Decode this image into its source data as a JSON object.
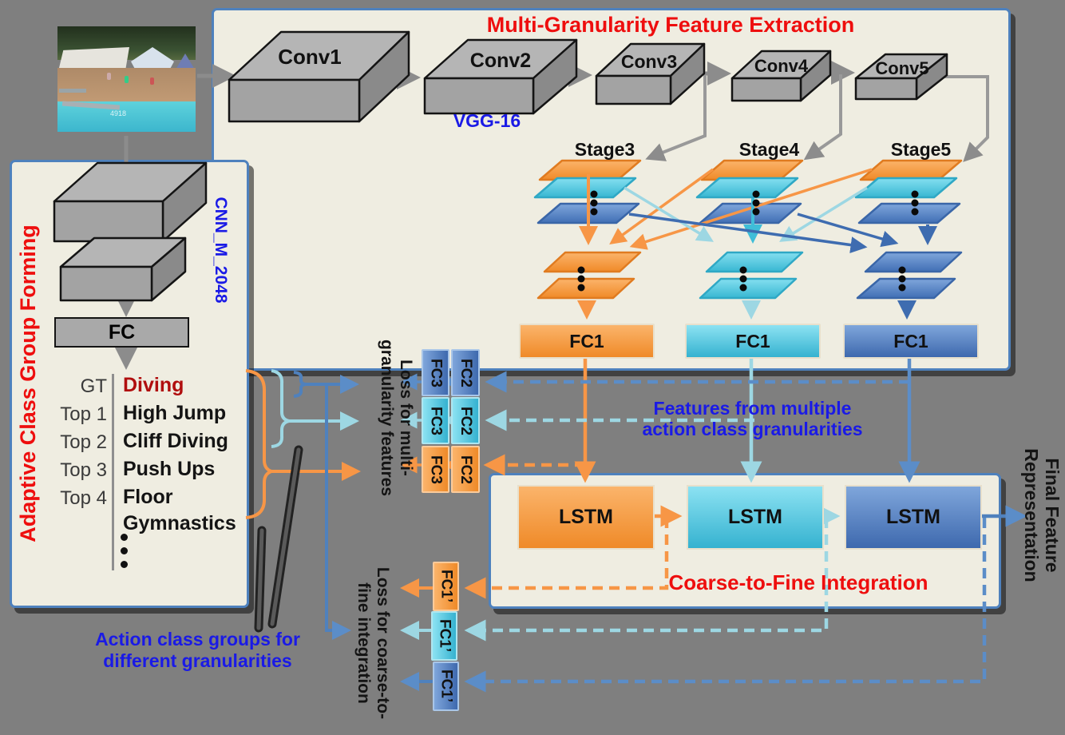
{
  "video_frame": {
    "watermark": "4918"
  },
  "fx_panel": {
    "title": "Multi-Granularity Feature Extraction",
    "backbone": "VGG-16",
    "convs": [
      "Conv1",
      "Conv2",
      "Conv3",
      "Conv4",
      "Conv5"
    ],
    "stages": [
      "Stage3",
      "Stage4",
      "Stage5"
    ],
    "fc1": [
      "FC1",
      "FC1",
      "FC1"
    ]
  },
  "acg_panel": {
    "side_title": "Adaptive Class Group Forming",
    "cnn_label": "CNN_M_2048",
    "fc_label": "FC",
    "predictions": [
      {
        "rank": "GT",
        "label": "Diving"
      },
      {
        "rank": "Top 1",
        "label": "High Jump"
      },
      {
        "rank": "Top 2",
        "label": "Cliff Diving"
      },
      {
        "rank": "Top 3",
        "label": "Push Ups"
      },
      {
        "rank": "Top 4",
        "label": "Floor Gymnastics"
      }
    ]
  },
  "multi_loss": {
    "line1": "Loss for multi-",
    "line2": "granularity features",
    "fc3": [
      "FC3",
      "FC3",
      "FC3"
    ],
    "fc2": [
      "FC2",
      "FC2",
      "FC2"
    ]
  },
  "features_note": {
    "line1": "Features from multiple",
    "line2": "action class granularities"
  },
  "ctf_panel": {
    "title": "Coarse-to-Fine Integration",
    "lstm": [
      "LSTM",
      "LSTM",
      "LSTM"
    ]
  },
  "ctf_loss": {
    "line1": "Loss for coarse-to-",
    "line2": "fine integration",
    "fc1p": [
      "FC1’",
      "FC1’",
      "FC1’"
    ]
  },
  "final_feature": {
    "line1": "Final Feature",
    "line2": "Representation"
  },
  "groups_note": {
    "line1": "Action class groups for",
    "line2": "different granularities"
  },
  "colors": {
    "orange": "#F79646",
    "cyan": "#55CBE4",
    "blue": "#5585CB",
    "red": "#EE0E0E",
    "note_blue": "#1A1AE6"
  }
}
